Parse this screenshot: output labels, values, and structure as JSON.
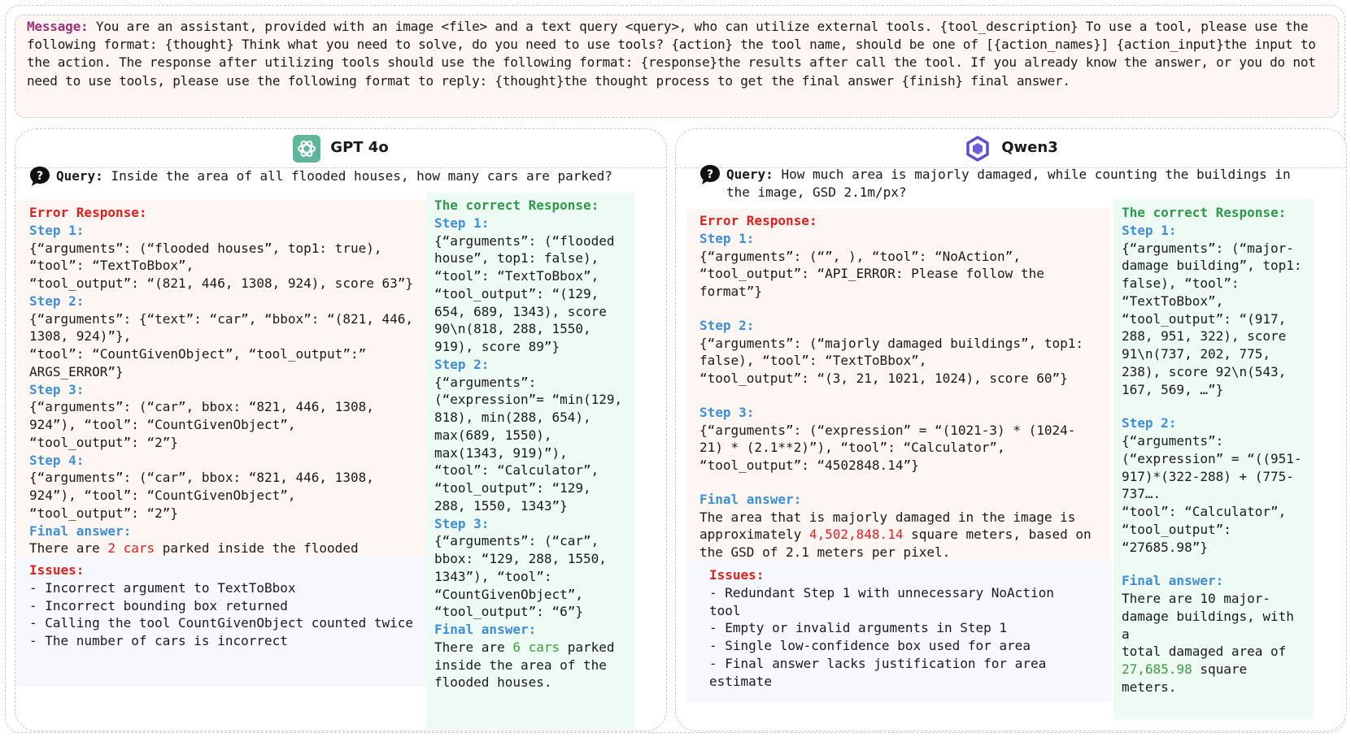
{
  "message": {
    "label": "Message:",
    "text": "You are an assistant, provided with an image <file> and a text query <query>, who can utilize external tools. {tool_description} To use a tool, please use the following format: {thought} Think what you need to solve, do you need to use tools?  {action} the tool name, should be one of [{action_names}]  {action_input}the input to the action. The response after utilizing tools should use the following format: {response}the results after call the tool. If you already know the answer, or you do not need to use tools, please use the following format to reply: {thought}the thought process to get the final answer {finish} final answer."
  },
  "left": {
    "model": "GPT 4o",
    "query_label": "Query:",
    "query_text": "Inside the area of all flooded houses, how many cars are parked?",
    "error": {
      "title": "Error Response:",
      "steps": [
        {
          "label": "Step 1:",
          "lines": [
            "{“arguments”: (“flooded houses”, top1: true),",
            "“tool”: “TextToBbox”,",
            "“tool_output”: “(821, 446, 1308, 924), score 63”}"
          ]
        },
        {
          "label": "Step 2:",
          "lines": [
            "{“arguments”: {“text”: “car”, “bbox”: “(821, 446,",
            "1308, 924)”},",
            "“tool”: “CountGivenObject”, “tool_output”:”",
            "ARGS_ERROR”}"
          ]
        },
        {
          "label": "Step 3:",
          "lines": [
            "{“arguments”: (“car”, bbox: “821, 446, 1308,",
            "924”), “tool”: “CountGivenObject”,",
            "“tool_output”: “2”}"
          ]
        },
        {
          "label": "Step 4:",
          "lines": [
            "{“arguments”: (“car”, bbox: “821, 446, 1308,",
            "924”), “tool”: “CountGivenObject”,",
            "“tool_output”: “2”}"
          ]
        }
      ],
      "final_label": "Final answer:",
      "final_pre": "There are ",
      "final_hl": "2 cars",
      "final_post": " parked inside the flooded houses."
    },
    "issues": {
      "title": "Issues:",
      "items": [
        "- Incorrect argument to TextToBbox",
        "- Incorrect bounding box returned",
        "- Calling the tool CountGivenObject counted twice",
        "- The number of cars is incorrect"
      ]
    },
    "correct": {
      "title": "The correct Response:",
      "steps": [
        {
          "label": "Step 1:",
          "lines": [
            "{“arguments”: (“flooded",
            "house”, top1: false),",
            "“tool”: “TextToBbox”,",
            "“tool_output”: “(129,",
            "654, 689, 1343), score",
            "90\\n(818, 288, 1550,",
            "919), score 89”}"
          ]
        },
        {
          "label": "Step 2:",
          "lines": [
            "{“arguments”:",
            "(“expression”= “min(129,",
            "818), min(288, 654),",
            "max(689, 1550),",
            "max(1343, 919)”),",
            "“tool”: “Calculator”,",
            "“tool_output”: “129,",
            "288, 1550, 1343”}"
          ]
        },
        {
          "label": "Step 3:",
          "lines": [
            "{“arguments”: (“car”,",
            "bbox: “129, 288, 1550,",
            "1343”), “tool”:",
            "“CountGivenObject”,",
            "“tool_output”: “6”}"
          ]
        }
      ],
      "final_label": "Final answer:",
      "final_line1_pre": "There are ",
      "final_hl": "6 cars",
      "final_line1_post": " parked",
      "final_rest": [
        "inside the area of the",
        "flooded houses."
      ]
    }
  },
  "right": {
    "model": "Qwen3",
    "query_label": "Query:",
    "query_line1": "How much area is majorly damaged, while counting the buildings in",
    "query_line2": "the image, GSD 2.1m/px?",
    "error": {
      "title": "Error Response:",
      "steps": [
        {
          "label": "Step 1:",
          "lines": [
            "{“arguments”: (“”, ), “tool”: “NoAction”,",
            "“tool_output”: “API_ERROR: Please follow the",
            "format”}"
          ]
        },
        {
          "label": "Step 2:",
          "lines": [
            "{“arguments”: (“majorly damaged buildings”, top1:",
            "false), “tool”: “TextToBbox”,",
            "“tool_output”: “(3, 21, 1021, 1024), score 60”}"
          ]
        },
        {
          "label": "Step 3:",
          "lines": [
            "{“arguments”: (“expression” = “(1021-3) * (1024-",
            "21) * (2.1**2)”), “tool”: “Calculator”,",
            "“tool_output”: “4502848.14”}"
          ]
        }
      ],
      "final_label": "Final answer:",
      "final_line1": "The area that is majorly damaged in the image is",
      "final_line2_pre": "approximately ",
      "final_hl": "4,502,848.14",
      "final_line2_post": " square meters, based on",
      "final_line3": "the GSD of 2.1 meters per pixel."
    },
    "issues": {
      "title": "Issues:",
      "items": [
        "- Redundant Step 1 with unnecessary NoAction tool",
        "- Empty or invalid arguments in Step 1",
        "- Single low-confidence box used for area",
        "- Final answer lacks justification for area",
        "estimate"
      ]
    },
    "correct": {
      "title": "The correct Response:",
      "steps": [
        {
          "label": "Step 1:",
          "lines": [
            "{“arguments”: (“major-",
            "damage building”, top1:",
            "false), “tool”:",
            "“TextToBbox”,",
            "“tool_output”: “(917,",
            "288, 951, 322), score",
            "91\\n(737, 202, 775,",
            "238), score 92\\n(543,",
            "167, 569, …”}"
          ]
        },
        {
          "label": "Step 2:",
          "lines": [
            "{“arguments”:",
            "(“expression” = “((951-",
            "917)*(322-288) + (775-",
            "737….",
            "“tool”: “Calculator”,",
            "“tool_output”:",
            "“27685.98”}"
          ]
        }
      ],
      "final_label": "Final answer:",
      "final_lines": [
        "There are 10 major-",
        "damage buildings, with a",
        "total damaged area of"
      ],
      "final_hl": "27,685.98",
      "final_post": " square meters."
    }
  }
}
